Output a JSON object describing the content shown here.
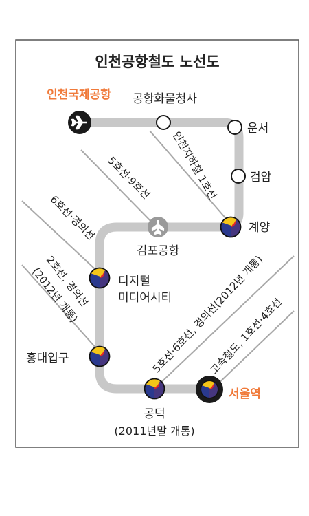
{
  "title": "인천공항철도 노선도",
  "colors": {
    "route": "#c8c8c8",
    "transfer_lines": "#a8a8a8",
    "airport_label": "#f07a3a",
    "seoul_label": "#f07a3a",
    "text": "#222222",
    "taeguk_red": "#e0242b",
    "taeguk_blue": "#2a3a8e",
    "taeguk_yellow": "#f5c518"
  },
  "stations": [
    {
      "name": "인천국제공항",
      "marker": "airplane-icon"
    },
    {
      "name": "공항화물청사",
      "marker": "circle"
    },
    {
      "name": "운서",
      "marker": "circle"
    },
    {
      "name": "검암",
      "marker": "circle"
    },
    {
      "name": "계양",
      "marker": "transfer"
    },
    {
      "name": "김포공항",
      "marker": "airplane-icon"
    },
    {
      "name": "디지털",
      "name_line2": "미디어시티",
      "marker": "transfer"
    },
    {
      "name": "홍대입구",
      "marker": "transfer"
    },
    {
      "name": "공덕",
      "note": "(2011년말 개통)",
      "marker": "transfer"
    },
    {
      "name": "서울역",
      "marker": "transfer-large"
    }
  ],
  "transfers": [
    {
      "text": "인천지하철 1호선"
    },
    {
      "text": "5호선·9호선"
    },
    {
      "text": "6호선·경의선"
    },
    {
      "text": "2호선, 경의선",
      "text_line2": "(2012년 개통)"
    },
    {
      "text": "5호선·6호선, 경의선(2012년 개통)"
    },
    {
      "text": "고속철도, 1호선·4호선"
    }
  ]
}
